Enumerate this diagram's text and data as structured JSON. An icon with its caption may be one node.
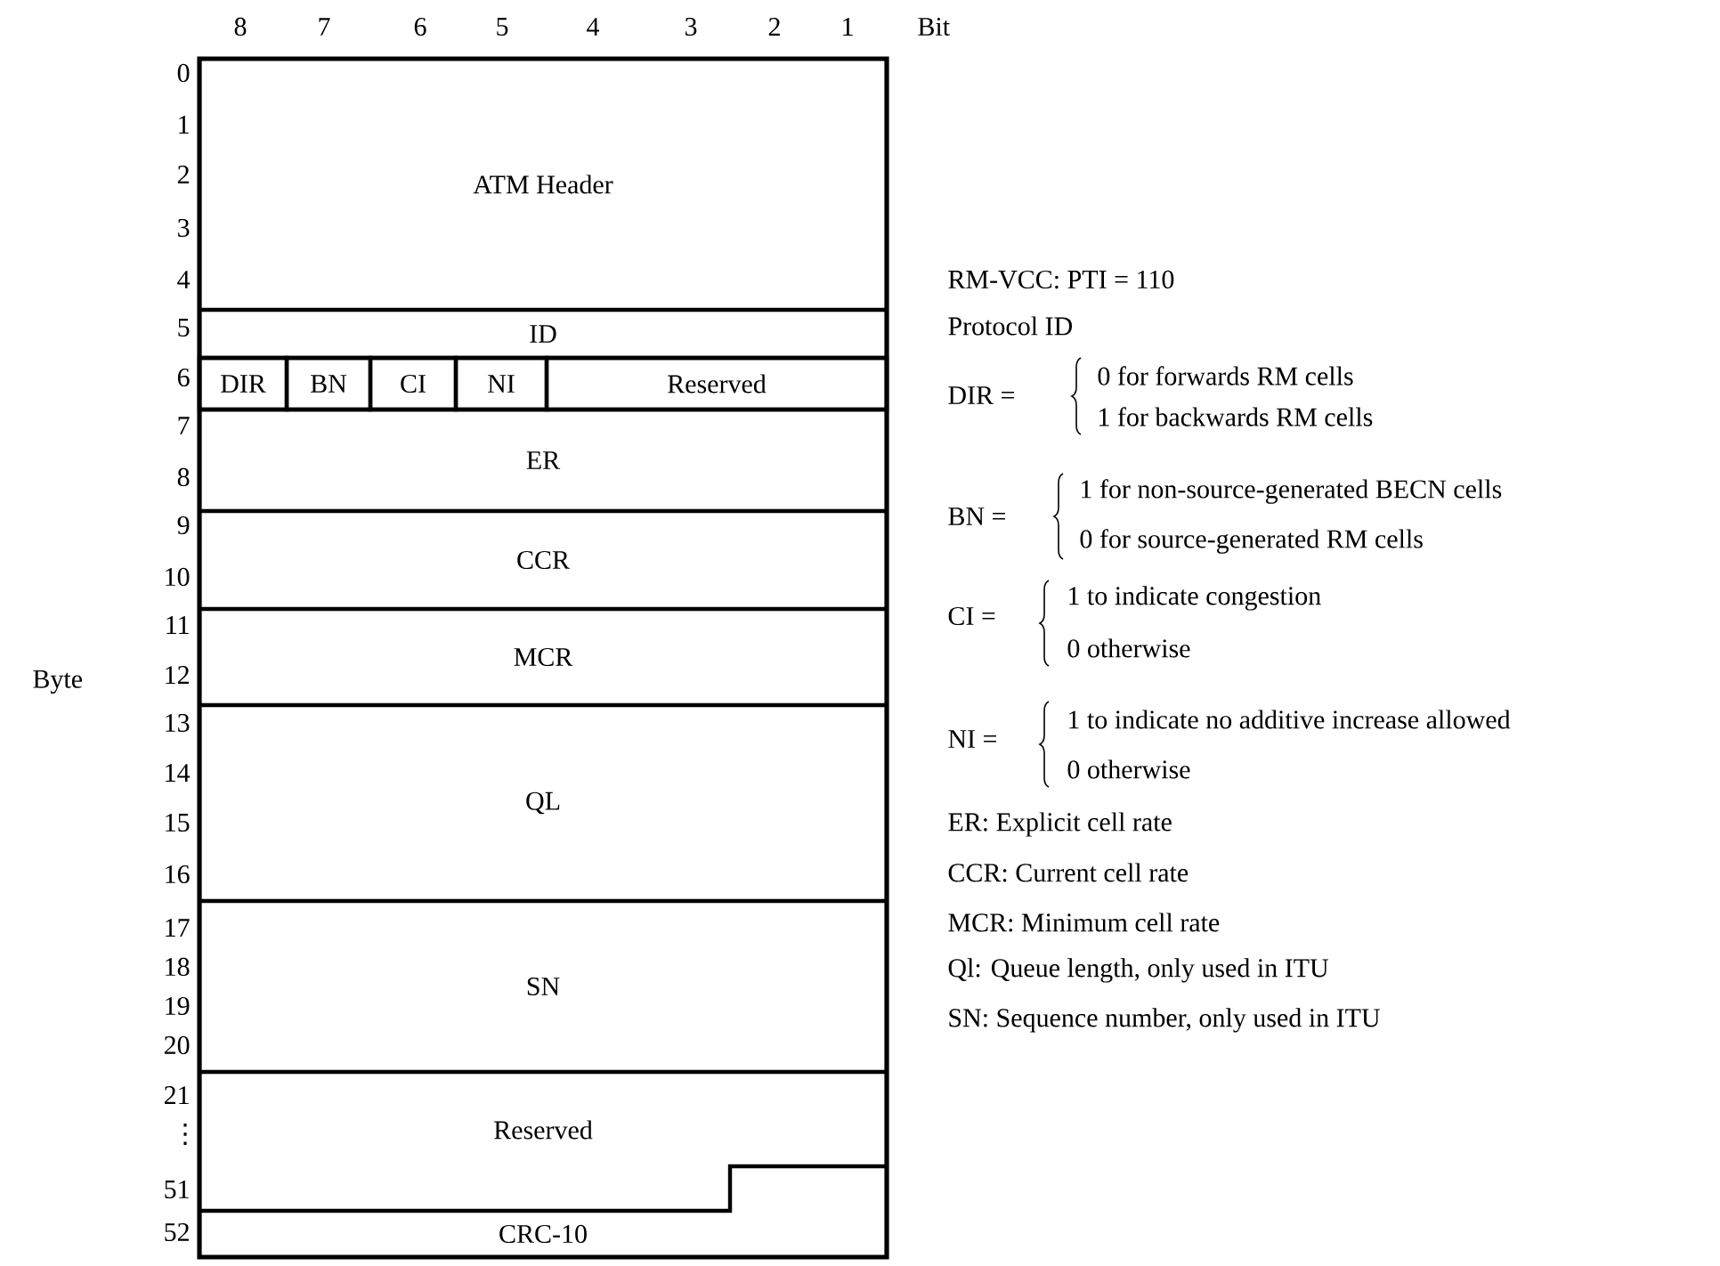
{
  "diagram": {
    "nodes": [
      {
        "text": [
          "ATM Header"
        ]
      },
      {
        "text": [
          "ID"
        ]
      },
      {
        "text": [
          "DIR"
        ]
      },
      {
        "text": [
          "BN"
        ]
      },
      {
        "text": [
          "CI"
        ]
      },
      {
        "text": [
          "NI"
        ]
      },
      {
        "text": [
          "Reserved"
        ]
      },
      {
        "text": [
          "ER"
        ]
      },
      {
        "text": [
          "CCR"
        ]
      },
      {
        "text": [
          "MCR"
        ]
      },
      {
        "text": [
          "QL"
        ]
      },
      {
        "text": [
          "SN"
        ]
      },
      {
        "text": [
          "Reserved"
        ]
      },
      {
        "text": [
          "CRC-10"
        ]
      }
    ],
    "labels": [
      "8",
      "7",
      "6",
      "5",
      "4",
      "3",
      "2",
      "1",
      "Bit",
      "0",
      "1",
      "2",
      "3",
      "4",
      "5",
      "6",
      "7",
      "8",
      "9",
      "10",
      "11",
      "12",
      "13",
      "14",
      "15",
      "16",
      "17",
      "18",
      "19",
      "20",
      "21",
      "⋮",
      "51",
      "52",
      "Byte",
      "RM-VCC: PTI = 110",
      "Protocol ID",
      "DIR =",
      "0 for forwards RM cells",
      "1 for backwards RM cells",
      "BN =",
      "1 for non-source-generated BECN cells",
      "0 for source-generated RM cells",
      "CI =",
      "1 to indicate congestion",
      "0 otherwise",
      "NI =",
      "1 to indicate no additive increase allowed",
      "0 otherwise",
      "ER: Explicit cell rate",
      "CCR: Current cell rate",
      "MCR: Minimum cell rate",
      "Ql: Queue length, only used in ITU",
      "SN: Sequence number, only used in ITU"
    ]
  }
}
